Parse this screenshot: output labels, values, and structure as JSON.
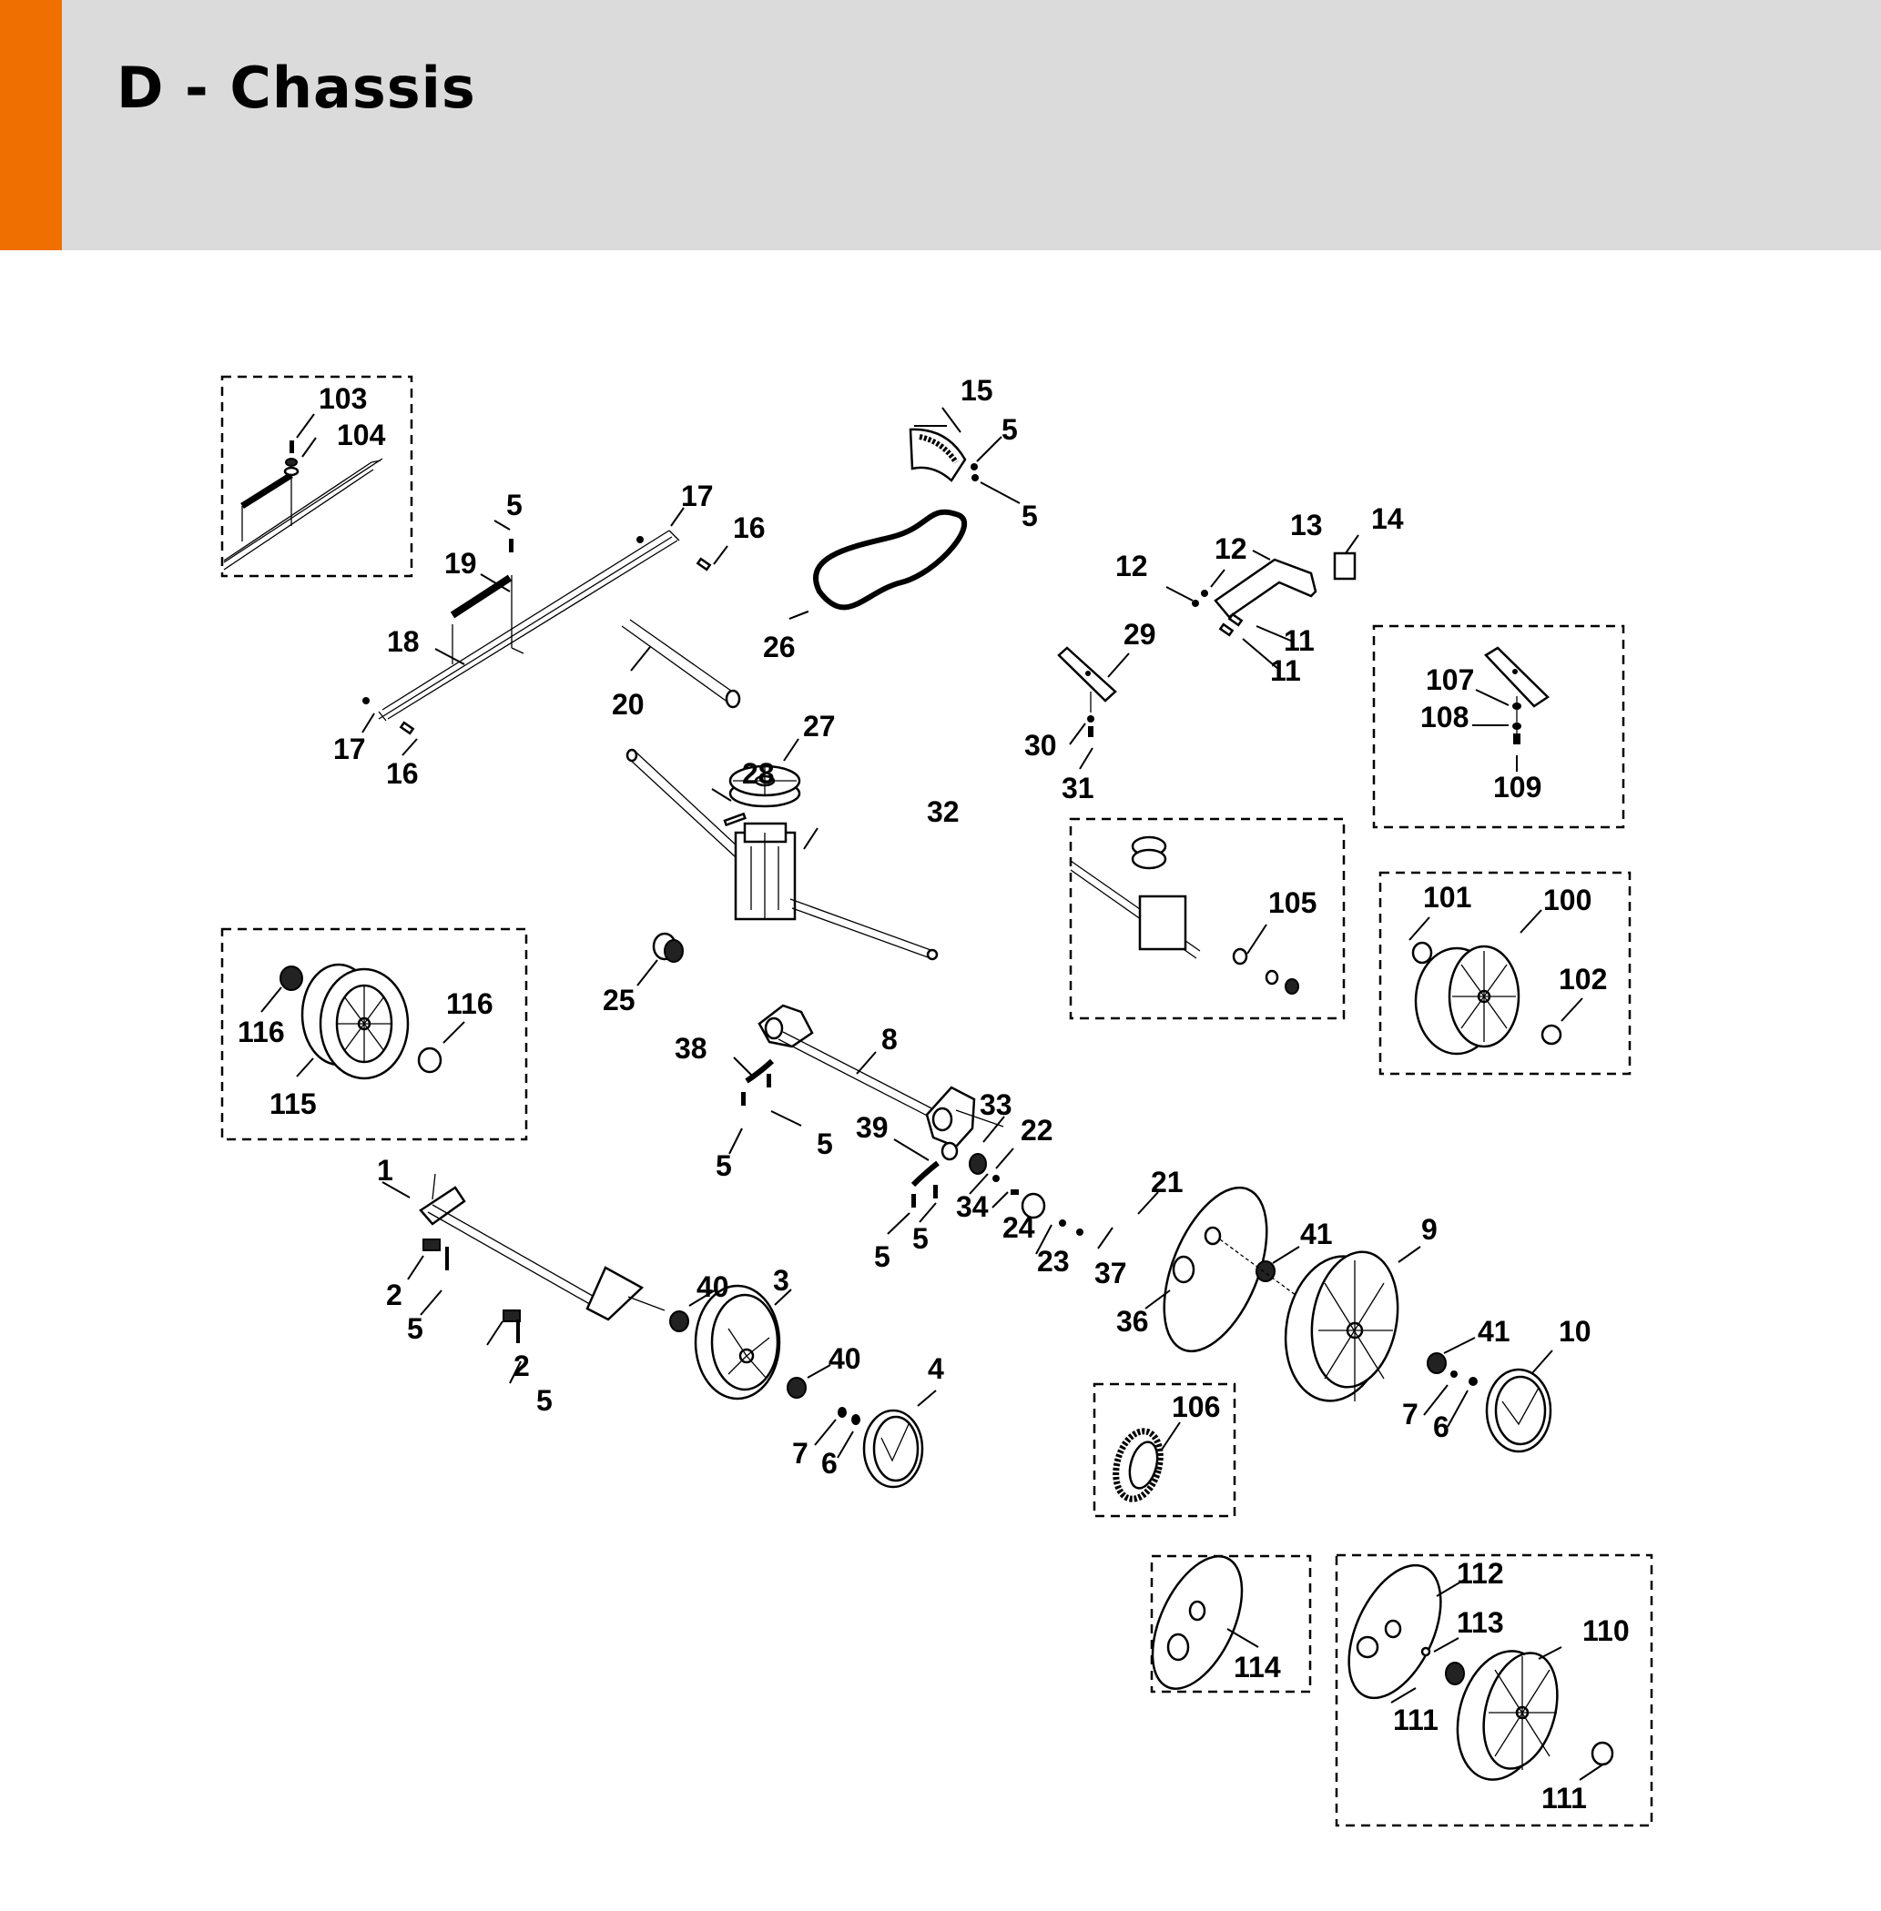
{
  "page": {
    "title": "D - Chassis",
    "accent_color": "#ef7000",
    "header_color": "#dadbda"
  },
  "diagram": {
    "type": "exploded parts diagram",
    "callouts": {
      "c1": "1",
      "c2a": "2",
      "c2b": "2",
      "c3": "3",
      "c4": "4",
      "c5a": "5",
      "c5b": "5",
      "c5c": "5",
      "c5d": "5",
      "c5e": "5",
      "c5f": "5",
      "c5g": "5",
      "c5h": "5",
      "c5i": "5",
      "c6a": "6",
      "c6b": "6",
      "c7a": "7",
      "c7b": "7",
      "c8": "8",
      "c9": "9",
      "c10": "10",
      "c11a": "11",
      "c11b": "11",
      "c12a": "12",
      "c12b": "12",
      "c13": "13",
      "c14": "14",
      "c15": "15",
      "c16a": "16",
      "c16b": "16",
      "c17a": "17",
      "c17b": "17",
      "c18": "18",
      "c19": "19",
      "c20": "20",
      "c21": "21",
      "c22": "22",
      "c23": "23",
      "c24": "24",
      "c25": "25",
      "c26": "26",
      "c27": "27",
      "c28": "28",
      "c29": "29",
      "c30": "30",
      "c31": "31",
      "c32": "32",
      "c33": "33",
      "c34": "34",
      "c36": "36",
      "c37": "37",
      "c38": "38",
      "c39": "39",
      "c40a": "40",
      "c40b": "40",
      "c41a": "41",
      "c41b": "41",
      "c100": "100",
      "c101": "101",
      "c102": "102",
      "c103": "103",
      "c104": "104",
      "c105": "105",
      "c106": "106",
      "c107": "107",
      "c108": "108",
      "c109": "109",
      "c110": "110",
      "c111a": "111",
      "c111b": "111",
      "c112": "112",
      "c113": "113",
      "c114": "114",
      "c115": "115",
      "c116a": "116",
      "c116b": "116"
    },
    "detail_boxes": [
      {
        "name": "spring-variant",
        "parts": [
          "103",
          "104"
        ]
      },
      {
        "name": "gearbox-variant",
        "parts": [
          "105"
        ]
      },
      {
        "name": "bracket-variant",
        "parts": [
          "107",
          "108",
          "109"
        ]
      },
      {
        "name": "rear-wheel-variant",
        "parts": [
          "100",
          "101",
          "102"
        ]
      },
      {
        "name": "front-wheel-variant",
        "parts": [
          "115",
          "116"
        ]
      },
      {
        "name": "gear-variant",
        "parts": [
          "106"
        ]
      },
      {
        "name": "cover-variant",
        "parts": [
          "114"
        ]
      },
      {
        "name": "rear-wheel-kit",
        "parts": [
          "110",
          "111",
          "112",
          "113"
        ]
      }
    ]
  }
}
